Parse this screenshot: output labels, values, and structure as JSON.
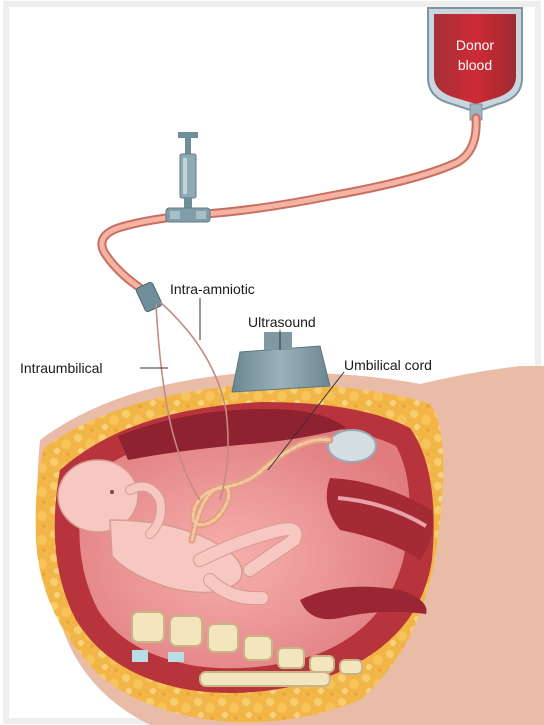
{
  "figure": {
    "donor_bag": {
      "line1": "Donor",
      "line2": "blood"
    },
    "labels": {
      "intra_amniotic": "Intra-amniotic",
      "ultrasound": "Ultrasound",
      "umbilical_cord": "Umbilical cord",
      "intraumbilical": "Intraumbilical"
    }
  },
  "colors": {
    "bag_blood": "#c0242e",
    "bag_plastic": "#9fb4c2",
    "tubing": "#f2a99c",
    "fat": "#f2b648",
    "uterus": "#b7343c",
    "amniotic": "#e88c8c",
    "fetus": "#f6c8c1",
    "skin": "#e6b8a5",
    "bone": "#f3e6bf",
    "syringe": "#7fa0ac",
    "probe": "#7f98a2"
  }
}
